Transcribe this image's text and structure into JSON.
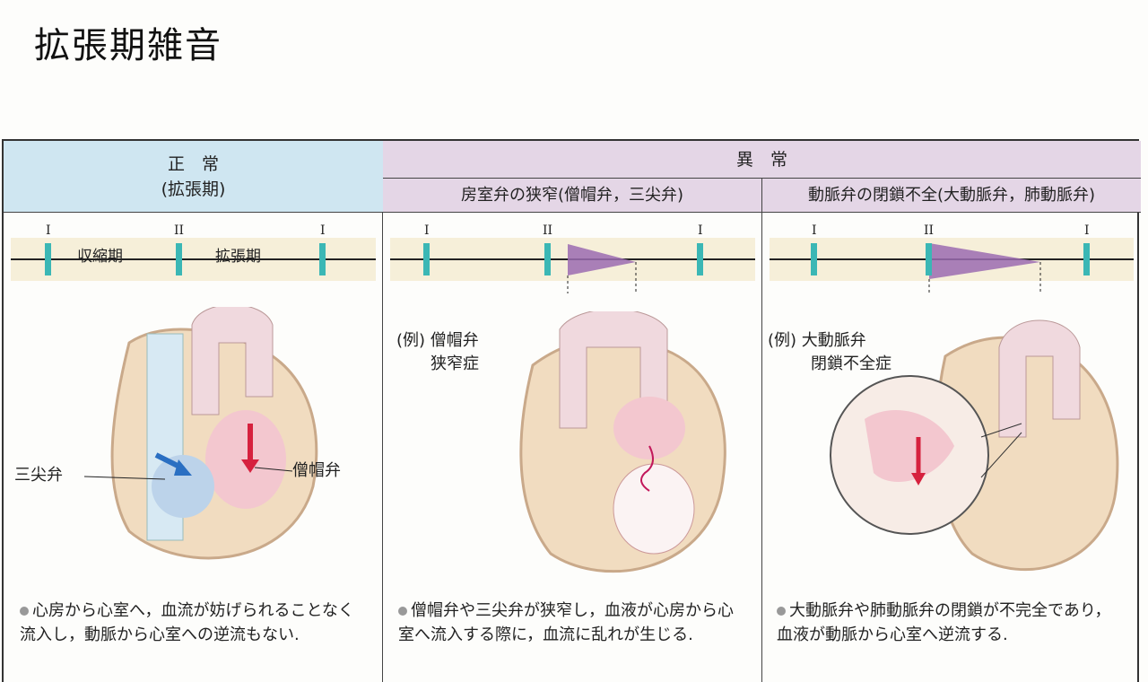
{
  "title": "拡張期雑音",
  "header": {
    "normal": {
      "line1": "正　常",
      "line2": "(拡張期)"
    },
    "abnormal": "異　常",
    "sub1": "房室弁の狭窄(僧帽弁，三尖弁)",
    "sub2": "動脈弁の閉鎖不全(大動脈弁，肺動脈弁)"
  },
  "timeline": {
    "s1": "I",
    "s2": "II",
    "systole": "収縮期",
    "diastole": "拡張期"
  },
  "labels": {
    "tricuspid": "三尖弁",
    "mitral": "僧帽弁",
    "ex1_line1": "(例) 僧帽弁",
    "ex1_line2": "狭窄症",
    "ex2_line1": "(例) 大動脈弁",
    "ex2_line2": "閉鎖不全症"
  },
  "descriptions": [
    "心房から心室へ，血流が妨げられることなく流入し，動脈から心室への逆流もない.",
    "僧帽弁や三尖弁が狭窄し，血液が心房から心室へ流入する際に，血流に乱れが生じる.",
    "大動脈弁や肺動脈弁の閉鎖が不完全であり，血液が動脈から心室へ逆流する."
  ],
  "colors": {
    "normal_header": "#cfe6f1",
    "abnormal_header": "#e4d6e6",
    "sound": "#3bb7b5",
    "murmur": "#9b6bb0"
  }
}
